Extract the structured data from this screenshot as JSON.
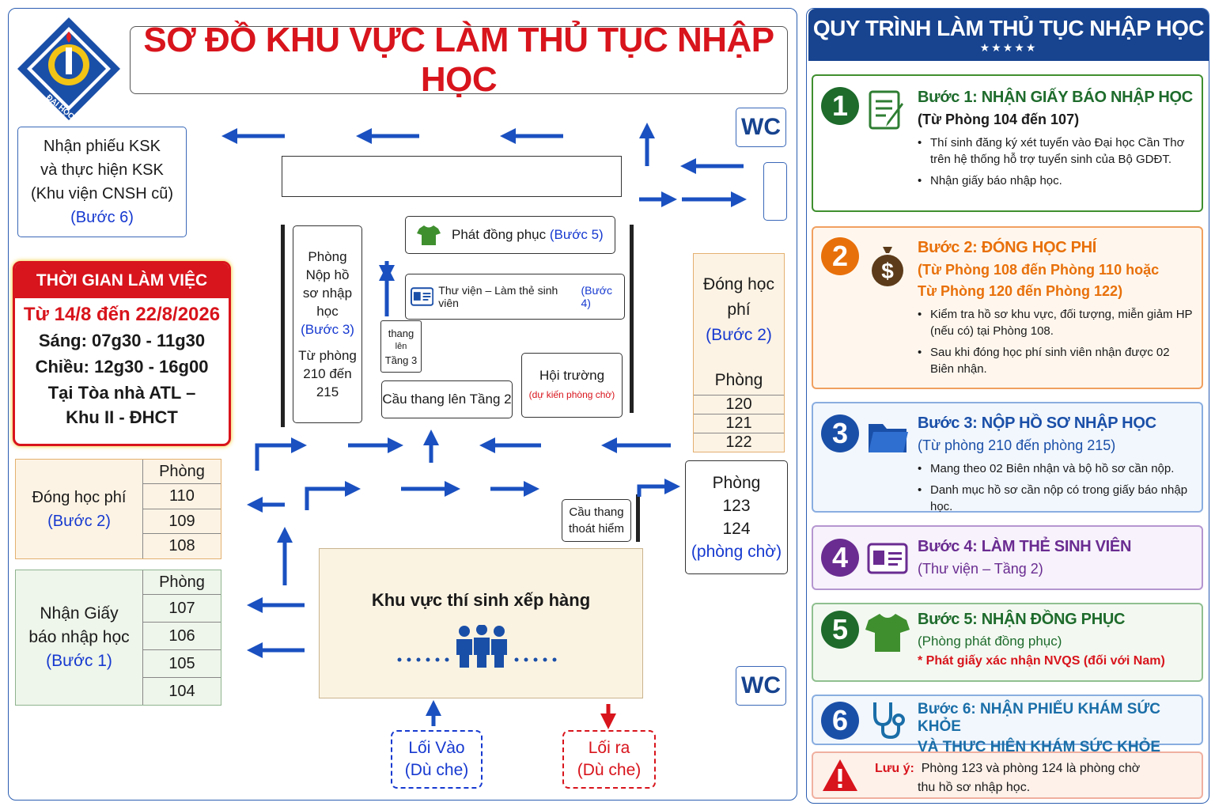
{
  "title": "SƠ ĐỒ KHU VỰC LÀM THỦ TỤC NHẬP HỌC",
  "logo": {
    "text": "ĐẠI HỌC CẦN THƠ",
    "icon": "ctu-logo-icon"
  },
  "map": {
    "ksk": {
      "lines": [
        "Nhận phiếu KSK",
        "và thực hiện KSK",
        "(Khu viện CNSH cũ)"
      ],
      "step": "(Bước 6)"
    },
    "wc_top": "WC",
    "wc_bottom": "WC",
    "working_time": {
      "header": "THỜI GIAN LÀM VIỆC",
      "dates": "Từ 14/8 đến 22/8/2026",
      "morning": "Sáng: 07g30 - 11g30",
      "afternoon": "Chiều: 12g30 - 16g00",
      "place1": "Tại Tòa nhà ATL –",
      "place2": "Khu II - ĐHCT"
    },
    "fee_left": {
      "label": "Đóng học phí",
      "step": "(Bước 2)",
      "header": "Phòng",
      "rooms": [
        "110",
        "109",
        "108"
      ]
    },
    "notice_left": {
      "label1": "Nhận Giấy",
      "label2": "báo nhập học",
      "step": "(Bước 1)",
      "header": "Phòng",
      "rooms": [
        "107",
        "106",
        "105",
        "104"
      ]
    },
    "submit": {
      "l1": "Phòng",
      "l2": "Nộp hồ",
      "l3": "sơ nhập",
      "l4": "học",
      "step": "(Bước 3)",
      "r1": "Từ phòng",
      "r2": "210 đến",
      "r3": "215"
    },
    "uniform": {
      "label": "Phát đồng phục",
      "step": "(Bước 5)"
    },
    "library": {
      "label": "Thư viện – Làm thẻ sinh viên",
      "step": "(Bước 4)"
    },
    "stairs3": {
      "l1": "thang",
      "l2": "lên",
      "l3": "Tầng 3"
    },
    "stairs2": "Cầu thang lên Tầng 2",
    "hall": {
      "label": "Hội trường",
      "note": "(dự kiến phòng chờ)"
    },
    "fee_right": {
      "l1": "Đóng học",
      "l2": "phí",
      "step": "(Bước 2)",
      "header": "Phòng",
      "rooms": [
        "120",
        "121",
        "122"
      ]
    },
    "waiting": {
      "header": "Phòng",
      "rooms": [
        "123",
        "124"
      ],
      "note": "(phòng chờ)"
    },
    "emergency": {
      "l1": "Cầu thang",
      "l2": "thoát hiểm"
    },
    "queue": "Khu vực thí sinh xếp hàng",
    "entrance": {
      "l1": "Lối Vào",
      "l2": "(Dù che)"
    },
    "exit": {
      "l1": "Lối ra",
      "l2": "(Dù che)"
    }
  },
  "process": {
    "title": "QUY TRÌNH LÀM THỦ TỤC NHẬP HỌC",
    "stars": "★★★★★",
    "steps": [
      {
        "num": "1",
        "title": "Bước 1: NHẬN GIẤY BÁO NHẬP HỌC",
        "sub": "(Từ Phòng 104 đến 107)",
        "items": [
          "Thí sinh đăng ký xét tuyển vào Đại học Cần Thơ trên hệ thống hỗ trợ tuyển sinh của Bộ GDĐT.",
          "Nhận giấy báo nhập học."
        ]
      },
      {
        "num": "2",
        "title": "Bước 2: ĐÓNG HỌC PHÍ",
        "sub1": "(Từ Phòng 108 đến Phòng 110 hoặc",
        "sub2": "Từ Phòng 120 đến Phòng 122)",
        "items": [
          "Kiểm tra hồ sơ khu vực, đối tượng, miễn giảm HP (nếu có) tại Phòng 108.",
          "Sau khi đóng học phí sinh viên nhận được 02 Biên nhận."
        ]
      },
      {
        "num": "3",
        "title": "Bước 3: NỘP HỒ SƠ NHẬP HỌC",
        "sub": "(Từ phòng 210 đến phòng 215)",
        "items": [
          "Mang theo 02 Biên nhận và bộ hồ sơ cần nộp.",
          "Danh mục hồ sơ cần nộp có trong giấy báo nhập học."
        ]
      },
      {
        "num": "4",
        "title": "Bước 4: LÀM THẺ SINH VIÊN",
        "sub": "(Thư viện – Tầng 2)"
      },
      {
        "num": "5",
        "title": "Bước 5: NHẬN ĐỒNG PHỤC",
        "sub": "(Phòng phát đồng phục)",
        "note": "* Phát giấy xác nhận NVQS (đối với Nam)"
      },
      {
        "num": "6",
        "title1": "Bước 6: NHẬN PHIẾU KHÁM SỨC KHỎE",
        "title2": "VÀ THỰC HIỆN KHÁM SỨC KHỎE"
      }
    ],
    "note_label": "Lưu ý:",
    "note_l1": "Phòng 123 và phòng 124 là phòng chờ",
    "note_l2": "thu hồ sơ nhập học."
  },
  "colors": {
    "title_red": "#d8141c",
    "blue": "#1639d0",
    "arrow": "#1a50c0",
    "green": "#2e7d32",
    "orange": "#e8700a",
    "purple": "#6a2c91",
    "navy": "#17438f"
  }
}
